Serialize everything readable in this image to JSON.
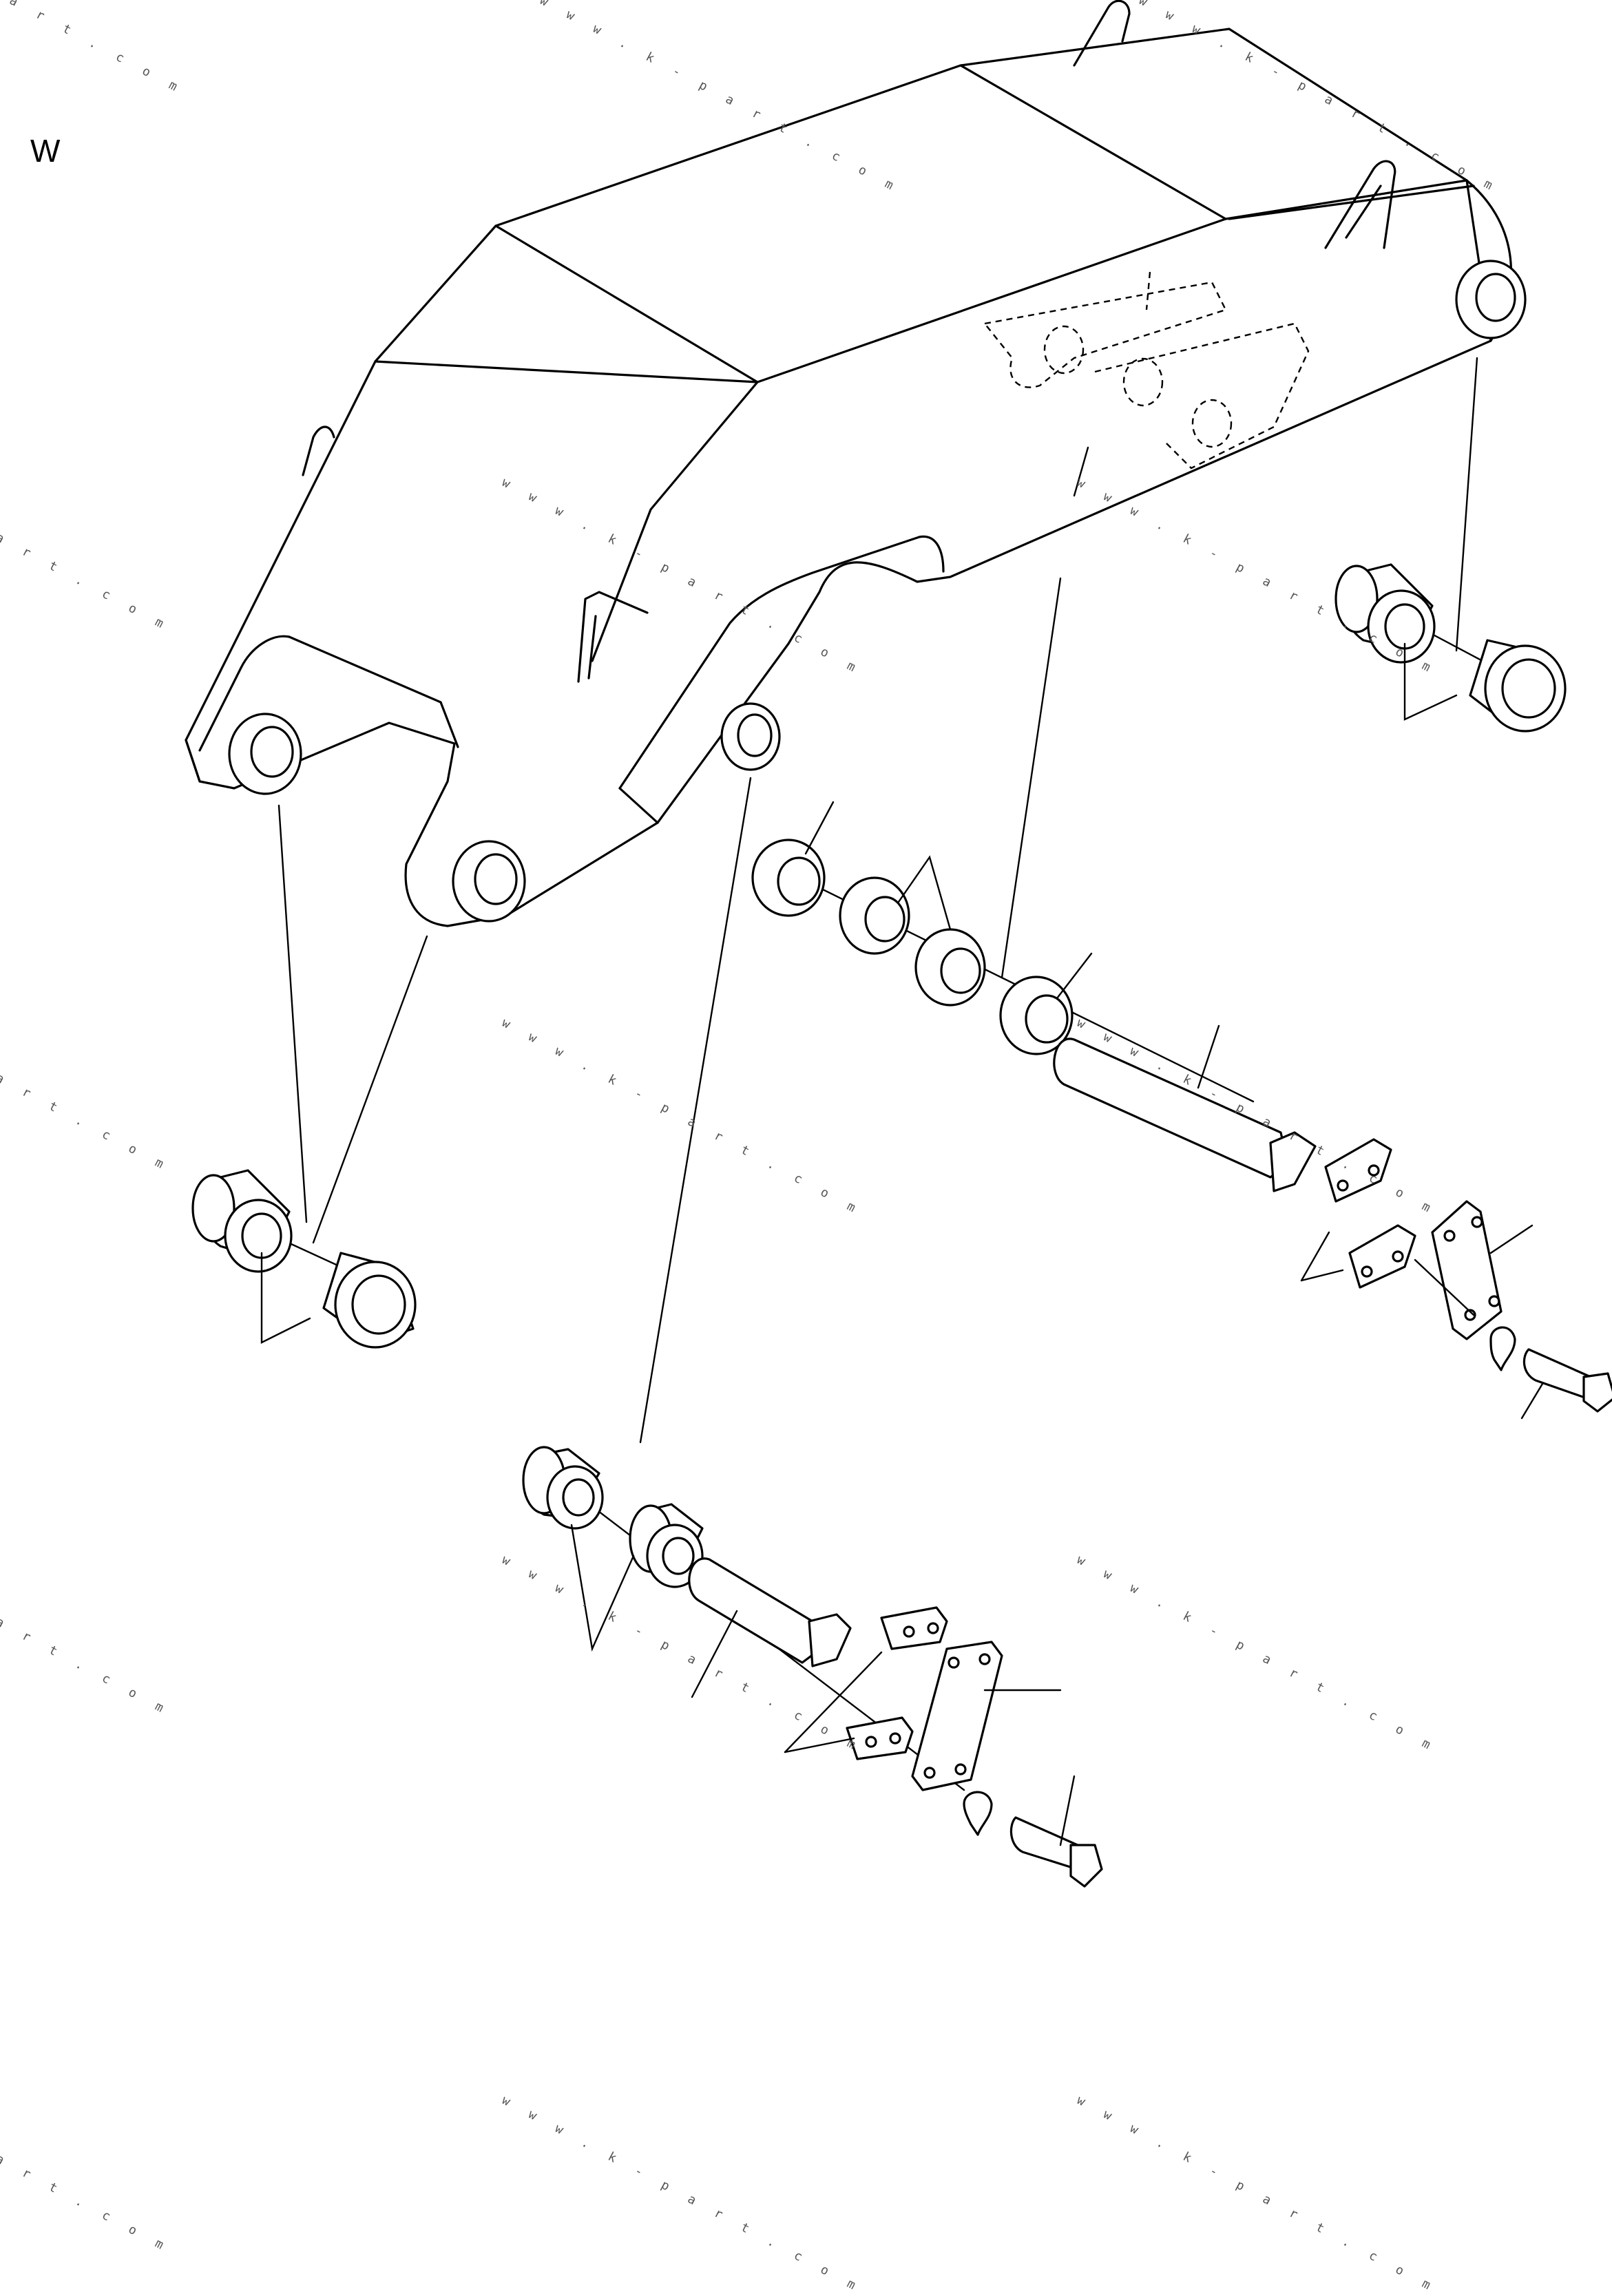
{
  "diagram": {
    "view_label": "W",
    "watermark_text": "w w w . k - p a r t . c o m",
    "watermark_edge_text": "a r t . c o m"
  }
}
